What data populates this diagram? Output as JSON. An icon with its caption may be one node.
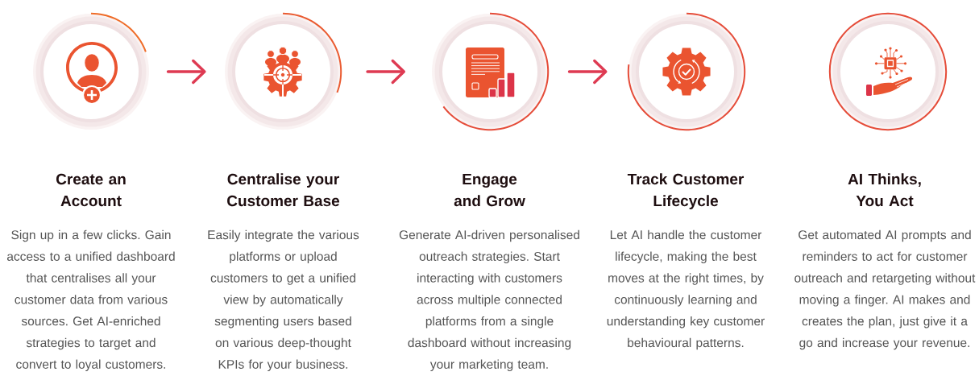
{
  "diagram": {
    "nodes": [
      {
        "text": [
          "Create an Account"
        ]
      },
      {
        "text": [
          "Centralise your Customer Base"
        ]
      },
      {
        "text": [
          "Engage and Grow"
        ]
      },
      {
        "text": [
          "Track Customer Lifecycle"
        ]
      },
      {
        "text": [
          "AI Thinks, You Act"
        ]
      }
    ],
    "edges": [
      {
        "from": 0,
        "to": 1,
        "arrow": "to"
      },
      {
        "from": 1,
        "to": 2,
        "arrow": "to"
      },
      {
        "from": 2,
        "to": 3,
        "arrow": "to"
      }
    ],
    "labels": [
      "Sign up in a few clicks. Gain access to a unified dashboard that centralises all your customer data from various sources. Get AI-enriched strategies to target and convert to loyal customers.",
      "Easily integrate the various platforms or upload customers to get a unified view by automatically segmenting users based on various deep-thought KPIs for your business.",
      "Generate AI-driven personalised outreach strategies. Start interacting with customers across multiple connected platforms from a single dashboard without increasing your marketing team.",
      "Let AI handle the customer lifecycle, making the best moves at the right times, by continuously learning and understanding key customer behavioural patterns.",
      "Get automated AI prompts and reminders to act for customer outreach and retargeting without moving a finger. AI makes and creates the plan, just give it a go and increase your revenue."
    ]
  }
}
